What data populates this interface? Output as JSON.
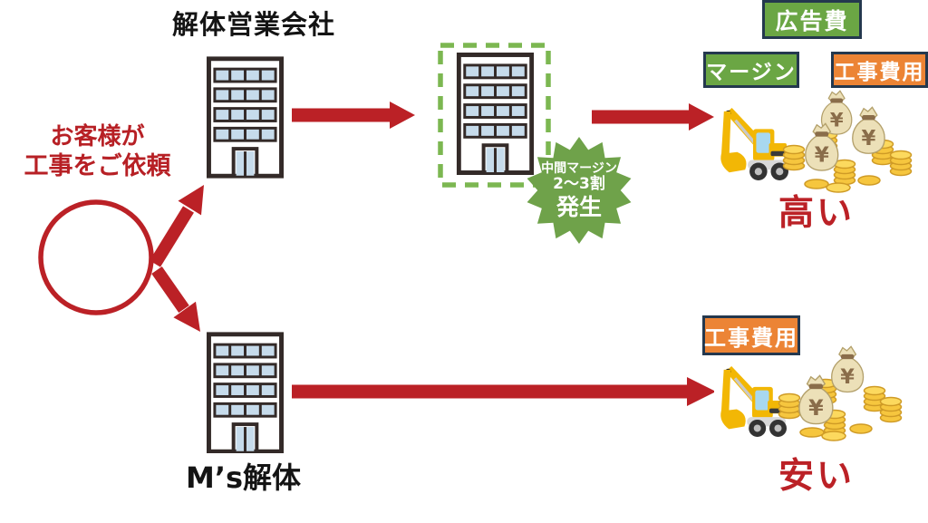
{
  "colors": {
    "red": "#bb2126",
    "text_red": "#b72025",
    "green": "#6ba644",
    "orange": "#ec8435",
    "navy_border": "#24384e",
    "dash_green": "#7cb751",
    "burst_green": "#6fa24a",
    "window_blue": "#c6dbeb",
    "building_outline": "#332a28"
  },
  "customer": {
    "line1": "お客様が",
    "line2": "工事をご依頼"
  },
  "top_path": {
    "company": "解体営業会社",
    "badge_ad": "広告費",
    "badge_margin": "マージン",
    "badge_cost": "工事費用",
    "burst_line1": "中間マージン",
    "burst_line2": "2～3割",
    "burst_line3": "発生",
    "result": "高い"
  },
  "bottom_path": {
    "company": "M’s解体",
    "badge_cost": "工事費用",
    "result": "安い"
  },
  "icons": {
    "yen": "¥"
  }
}
